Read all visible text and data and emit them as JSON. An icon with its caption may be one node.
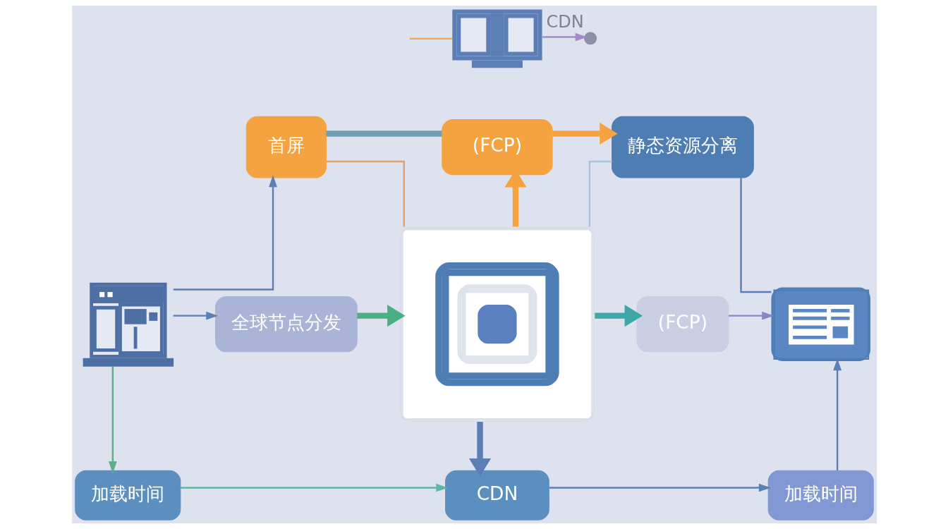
{
  "diagram": {
    "nodes": [
      {
        "text": [],
        "shape": "picture"
      },
      {
        "text": [],
        "shape": "circle",
        "beside": [
          "CDN"
        ]
      },
      {
        "text": [
          "首屏"
        ]
      },
      {
        "text": [
          "(FCP)"
        ]
      },
      {
        "text": [
          "静态资源分离"
        ]
      },
      {
        "text": [],
        "shape": "picture"
      },
      {
        "text": [
          "全球节点分发"
        ]
      },
      {
        "text": [],
        "shape": "picture"
      },
      {
        "text": [
          "(FCP)"
        ]
      },
      {
        "text": [],
        "shape": "picture"
      },
      {
        "text": [
          "加载时间"
        ]
      },
      {
        "text": [
          "CDN"
        ]
      },
      {
        "text": [
          "加载时间"
        ]
      }
    ],
    "edges": [
      {
        "from": null,
        "to": 0,
        "arrow": "none",
        "color": "#f0a850"
      },
      {
        "from": 0,
        "to": 1,
        "arrow": "to",
        "color": "#a58cc8"
      },
      {
        "from": 5,
        "to": 2,
        "arrow": "to"
      },
      {
        "from": 2,
        "to": 3,
        "arrow": "none",
        "style": "thick",
        "color": "#6fa0b0"
      },
      {
        "from": 3,
        "to": 4,
        "arrow": "to",
        "style": "thick",
        "color": "#f4a340"
      },
      {
        "from": 7,
        "to": 3,
        "arrow": "to",
        "style": "thick",
        "color": "#f4a340"
      },
      {
        "from": 2,
        "to": 7,
        "arrow": "none",
        "color": "#e0a070"
      },
      {
        "from": 4,
        "to": 7,
        "arrow": "none",
        "color": "#a9c4dc"
      },
      {
        "from": 4,
        "to": 9,
        "arrow": "none"
      },
      {
        "from": 5,
        "to": 6,
        "arrow": "to"
      },
      {
        "from": 6,
        "to": 7,
        "arrow": "to",
        "style": "thick",
        "color": "#4caf84"
      },
      {
        "from": 7,
        "to": 8,
        "arrow": "to",
        "style": "thick",
        "color": "#3fa6a8"
      },
      {
        "from": 8,
        "to": 9,
        "arrow": "to",
        "color": "#8a84c8"
      },
      {
        "from": 7,
        "to": 11,
        "arrow": "to",
        "style": "thick"
      },
      {
        "from": 5,
        "to": 10,
        "arrow": "to",
        "color": "#5fae8a"
      },
      {
        "from": 10,
        "to": 11,
        "arrow": "to",
        "color": "#5fb5a8"
      },
      {
        "from": 11,
        "to": 12,
        "arrow": "to"
      },
      {
        "from": 12,
        "to": 9,
        "arrow": "to"
      }
    ]
  }
}
